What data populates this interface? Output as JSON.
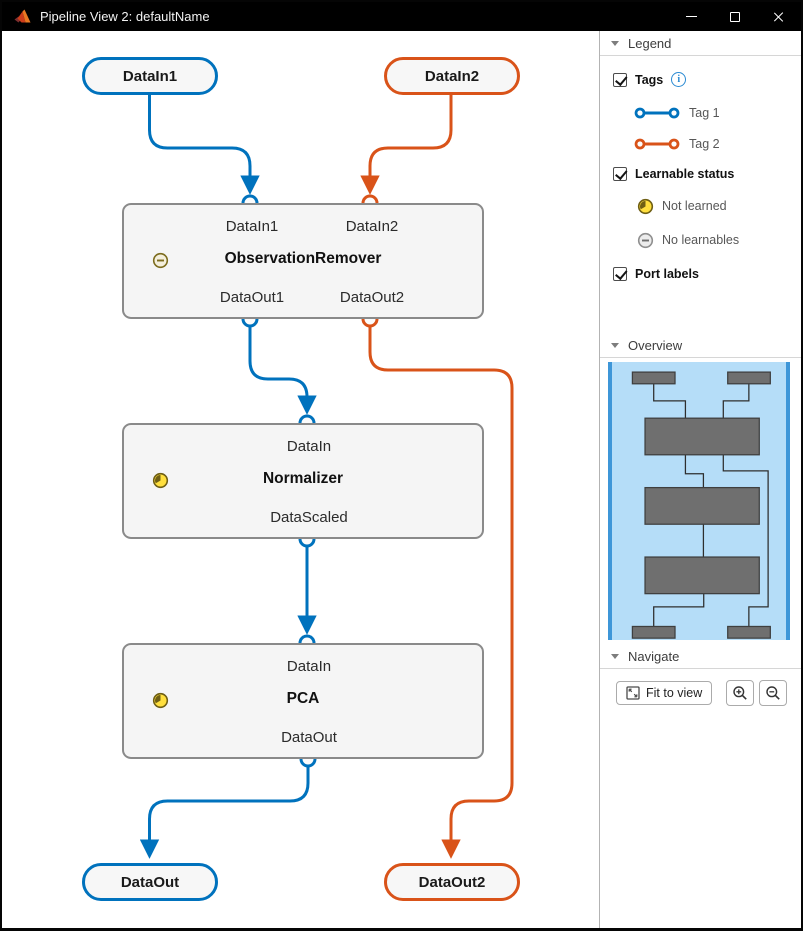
{
  "window": {
    "title": "Pipeline View 2: defaultName"
  },
  "nodes": {
    "datain1": "DataIn1",
    "datain2": "DataIn2",
    "obs": {
      "in1": "DataIn1",
      "in2": "DataIn2",
      "title": "ObservationRemover",
      "out1": "DataOut1",
      "out2": "DataOut2"
    },
    "norm": {
      "in": "DataIn",
      "title": "Normalizer",
      "out": "DataScaled"
    },
    "pca": {
      "in": "DataIn",
      "title": "PCA",
      "out": "DataOut"
    },
    "dataout": "DataOut",
    "dataout2": "DataOut2"
  },
  "legend": {
    "header": "Legend",
    "tags": "Tags",
    "tag1": "Tag 1",
    "tag2": "Tag 2",
    "learnable_status": "Learnable status",
    "not_learned": "Not learned",
    "no_learnables": "No learnables",
    "port_labels": "Port labels"
  },
  "overview": {
    "header": "Overview"
  },
  "navigate": {
    "header": "Navigate",
    "fit_to_view": "Fit to view"
  },
  "icons": {
    "info": "i"
  },
  "colors": {
    "tag1_blue": "#0072BD",
    "tag2_orange": "#D95319",
    "node_gray_border": "#8A8A8A",
    "not_learned_yellow": "#FFDF3E",
    "status_olive": "#6F5F14",
    "minimap_viewport_blue": "#B5DDF8",
    "minimap_bar_blue": "#3E96D8",
    "minimap_block_gray": "#6F6F6F"
  }
}
